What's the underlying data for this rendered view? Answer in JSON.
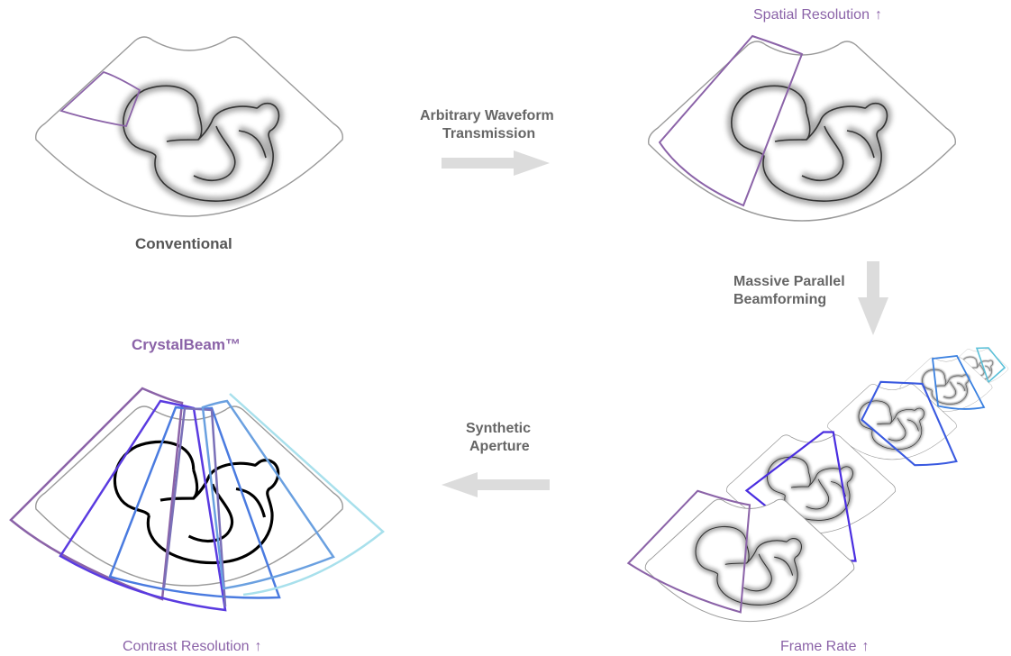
{
  "labels": {
    "conventional": "Conventional",
    "step1": "Arbitrary Waveform Transmission",
    "step1_line1": "Arbitrary Waveform",
    "step1_line2": "Transmission",
    "spatial": "Spatial Resolution",
    "step2_line1": "Massive Parallel",
    "step2_line2": "Beamforming",
    "frame_rate": "Frame Rate",
    "step3_line1": "Synthetic",
    "step3_line2": "Aperture",
    "crystalbeam": "CrystalBeam™",
    "contrast": "Contrast Resolution",
    "up_arrow": "↑"
  },
  "colors": {
    "accent": "#8b63a8",
    "arrow": "#dcdcdc",
    "sector": "#9a9a9a",
    "beams": [
      "#8b63a8",
      "#5a3be0",
      "#4a7be0",
      "#6aa0e0",
      "#62a8e0",
      "#a8e0ec"
    ]
  }
}
